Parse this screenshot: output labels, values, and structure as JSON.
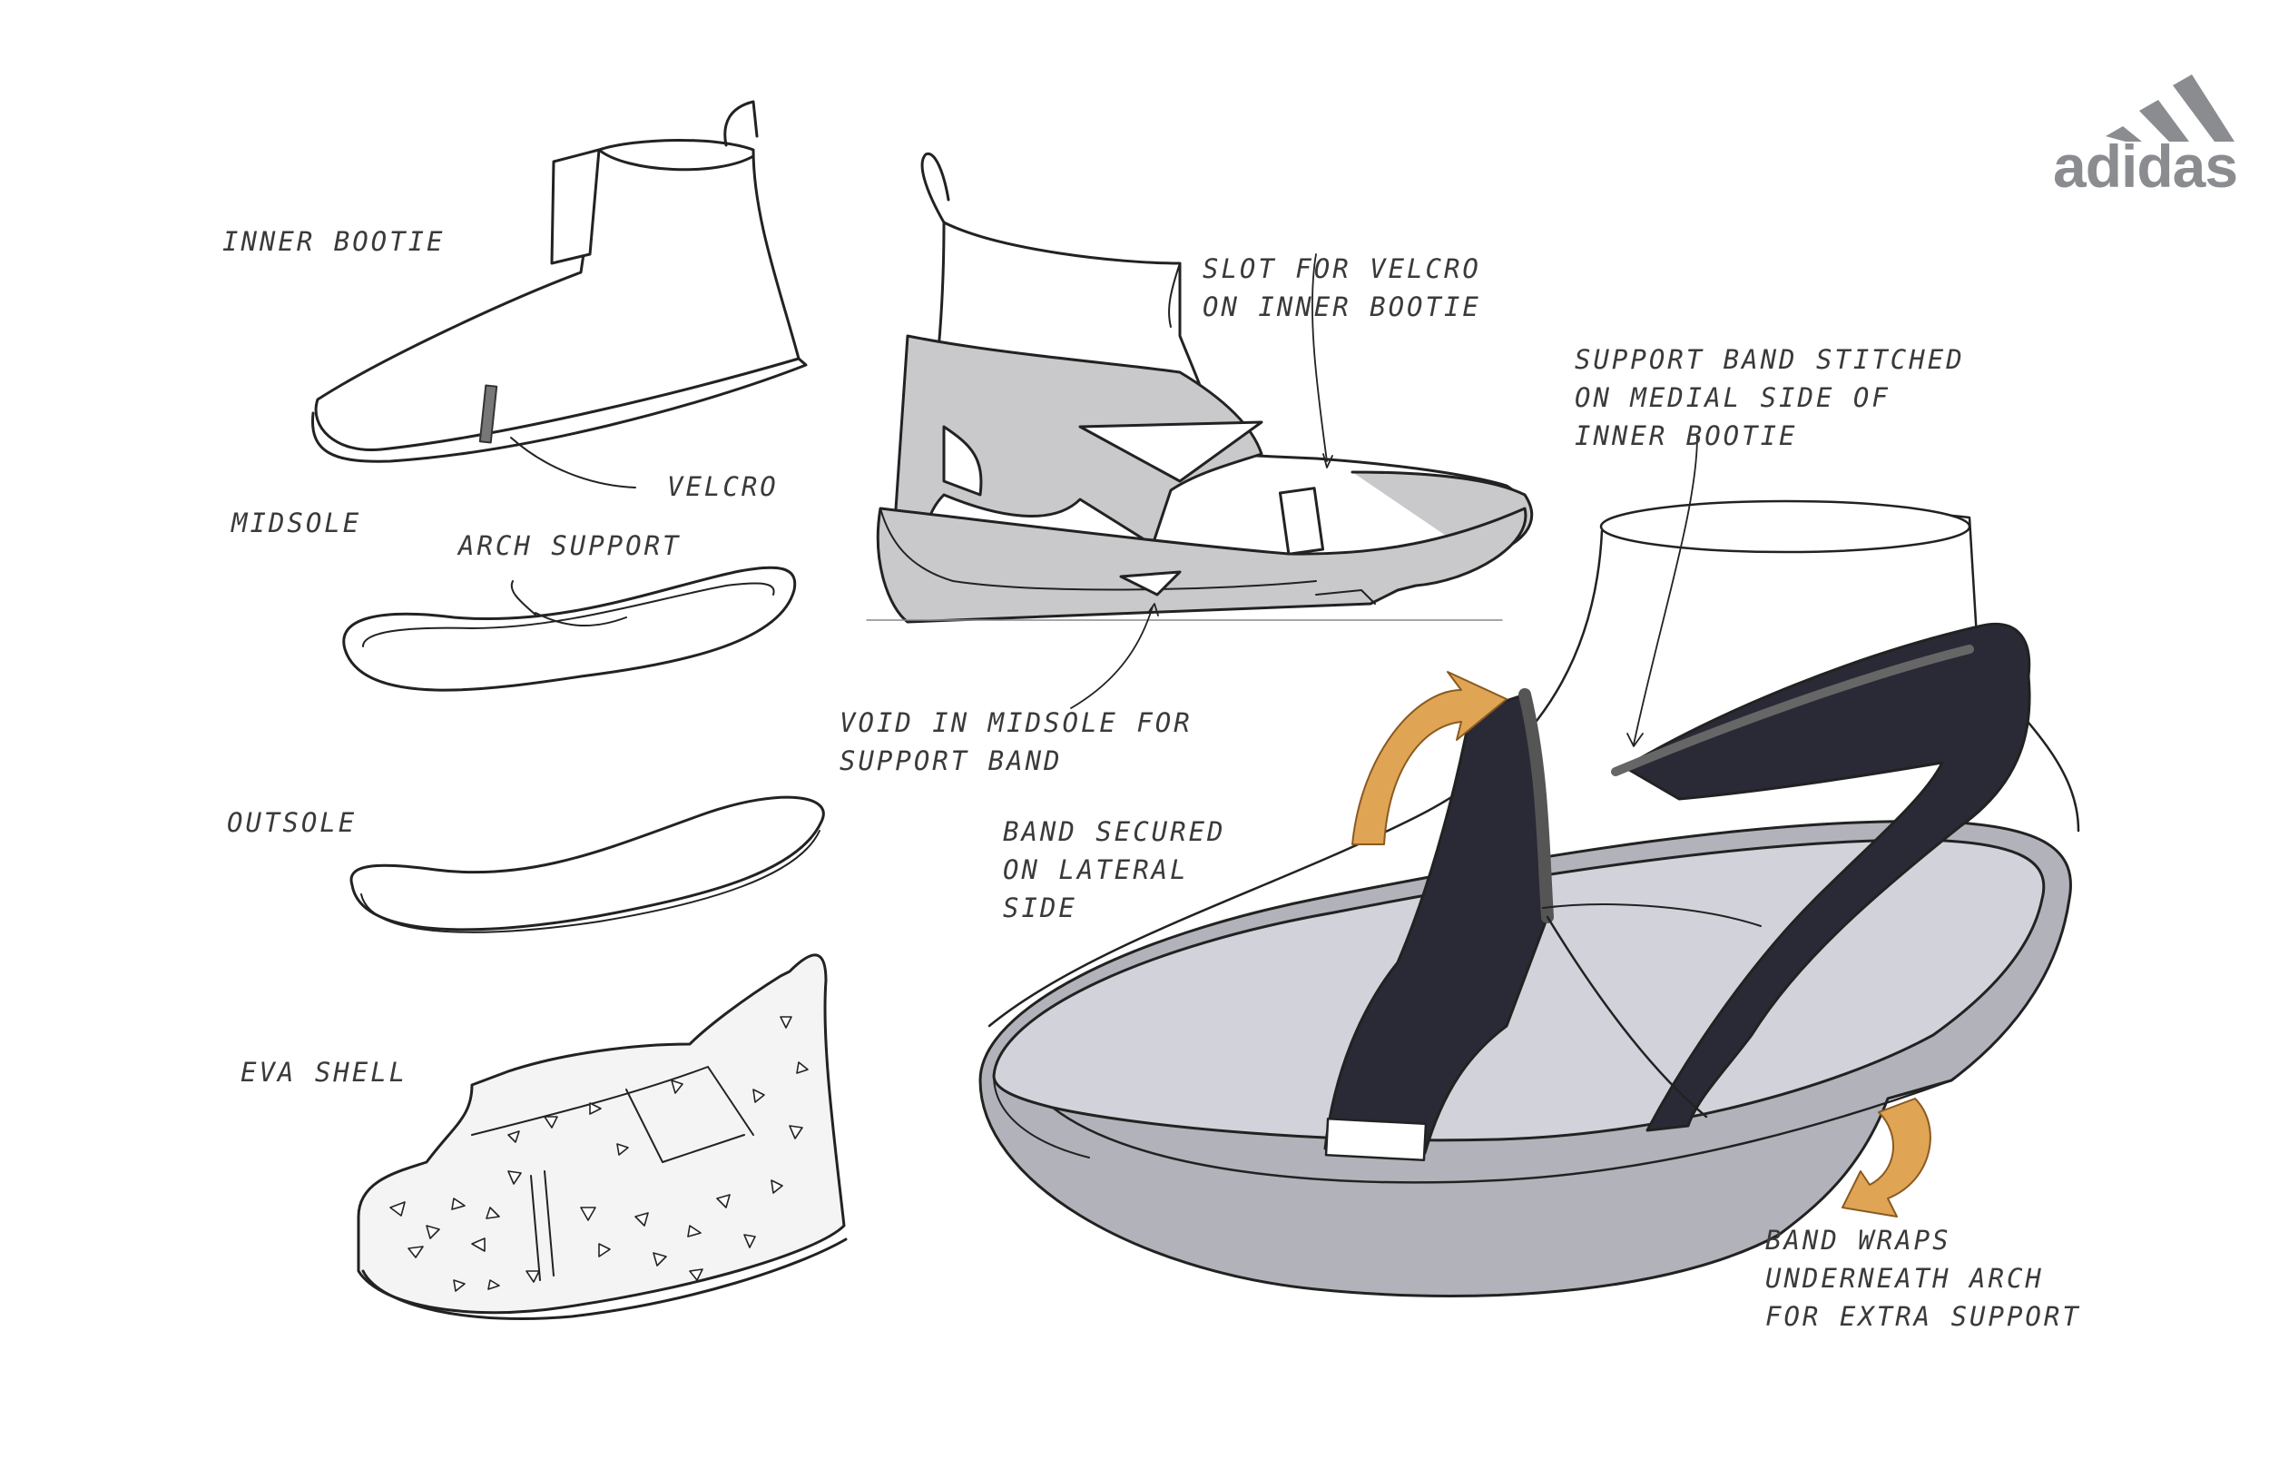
{
  "brand": {
    "name": "adidas",
    "logo_icon": "three-stripes-icon",
    "color": "#8a8c90"
  },
  "labels": {
    "inner_bootie": "INNER BOOTIE",
    "velcro": "VELCRO",
    "midsole": "MIDSOLE",
    "arch_support": "ARCH SUPPORT",
    "outsole": "OUTSOLE",
    "eva_shell": "EVA SHELL",
    "slot_for_velcro": "SLOT FOR VELCRO\nON INNER BOOTIE",
    "support_band_stitched": "SUPPORT BAND STITCHED\nON MEDIAL SIDE OF\nINNER BOOTIE",
    "void_in_midsole": "VOID IN MIDSOLE FOR\nSUPPORT BAND",
    "band_secured": "BAND SECURED\nON LATERAL\nSIDE",
    "band_wraps": "BAND WRAPS\nUNDERNEATH ARCH\nFOR EXTRA SUPPORT"
  },
  "colors": {
    "line": "#222222",
    "marker_gray": "#c9c9cc",
    "band_dark": "#2a2a36",
    "arrow_orange": "#e0a455",
    "sole_gray": "#b2b2ba"
  }
}
